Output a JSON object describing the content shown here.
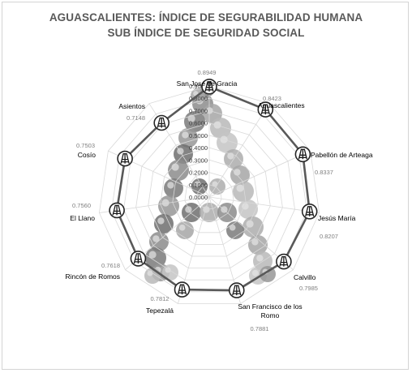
{
  "chart_data": {
    "type": "radar",
    "title": "AGUASCALIENTES: ÍNDICE DE SEGURABILIDAD HUMANA",
    "subtitle": "SUB ÍNDICE DE SEGURIDAD SOCIAL",
    "categories": [
      "San José de Gracia",
      "Aguascalientes",
      "Pabellón de Arteaga",
      "Jesús María",
      "Calvillo",
      "San Francisco de los Romo",
      "Tepezalá",
      "Rincón de Romos",
      "El Llano",
      "Cosío",
      "Asientos"
    ],
    "values": [
      0.8949,
      0.8423,
      0.8337,
      0.8207,
      0.7985,
      0.7881,
      0.7812,
      0.7618,
      0.756,
      0.7503,
      0.7148
    ],
    "value_labels": [
      "0.8949",
      "0.8423",
      "0.8337",
      "0.8207",
      "0.7985",
      "0.7881",
      "0.7812",
      "0.7618",
      "0.7560",
      "0.7503",
      "0.7148"
    ],
    "rlim": [
      0,
      0.9
    ],
    "ticks": [
      "0.0000",
      "0.1000",
      "0.2000",
      "0.3000",
      "0.4000",
      "0.5000",
      "0.6000",
      "0.7000",
      "0.8000",
      "0.9000"
    ],
    "series_color": "#595959",
    "grid": true
  }
}
